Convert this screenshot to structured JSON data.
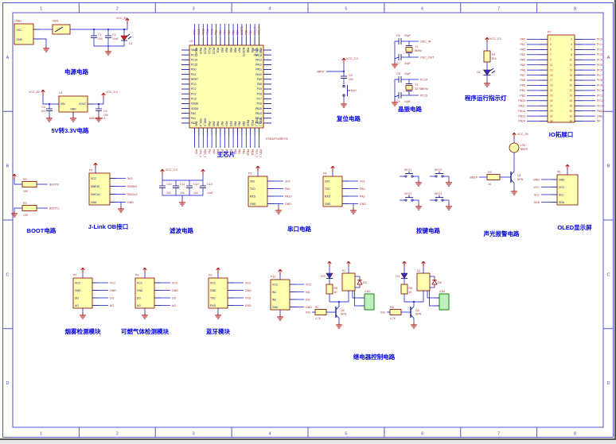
{
  "sheet": {
    "zones_top": [
      "1",
      "2",
      "3",
      "4",
      "5",
      "6",
      "7",
      "8"
    ],
    "zones_side": [
      "A",
      "B",
      "C",
      "D"
    ],
    "colors": {
      "frame": "#5555CC",
      "wire": "#0000C8",
      "component_fill": "#FFFFB0",
      "component_outline": "#800000",
      "net_label": "#A52A2A",
      "section_label": "#0000E6"
    }
  },
  "power": {
    "label": "电源电路",
    "net": "VCC_5V",
    "connector": {
      "designator": "USB1",
      "pins": [
        "VCC",
        "GND"
      ]
    },
    "switch": {
      "designator": "SW1"
    },
    "caps": [
      {
        "designator": "C1",
        "value": "104"
      },
      {
        "designator": "C2",
        "value": "10uF"
      }
    ],
    "led": {
      "designator": "D1"
    }
  },
  "ldo": {
    "label": "5V转3.3V电路",
    "net_in": "VCC_5V",
    "net_out": "VCC_3.3",
    "regulator": {
      "designator": "U1",
      "part": "AMS1117-3.3",
      "pins": [
        "VIN",
        "GND",
        "VOUT"
      ]
    },
    "caps": [
      {
        "designator": "C3",
        "value": "104"
      },
      {
        "designator": "C4",
        "value": "104"
      }
    ]
  },
  "mcu": {
    "label": "主芯片",
    "designator": "U2",
    "part": "STM32F103RCT6",
    "left_pins": [
      "VBAT",
      "PC13",
      "PC14",
      "PC15",
      "PD0",
      "PD1",
      "NRST",
      "PC0",
      "PC1",
      "PC2",
      "PC3",
      "VSSA",
      "VDDA",
      "PA0",
      "PA1",
      "PA2"
    ],
    "bottom_pins": [
      "PA3",
      "VSS_4",
      "VDD_4",
      "PA4",
      "PA5",
      "PA6",
      "PA7",
      "PC4",
      "PC5",
      "PB0",
      "PB1",
      "PB2",
      "PB10",
      "PB11",
      "VSS_1",
      "VDD_1"
    ],
    "right_pins": [
      "VDD_2",
      "VSS_2",
      "PA13",
      "PA12",
      "PA11",
      "PA10",
      "PA9",
      "PA8",
      "PC9",
      "PC8",
      "PC7",
      "PC6",
      "PB15",
      "PB14",
      "PB13",
      "PB12"
    ],
    "top_pins": [
      "PA14",
      "PA15",
      "PC10",
      "PC11",
      "PC12",
      "PD2",
      "PB3",
      "PB4",
      "PB5",
      "PB6",
      "PB7",
      "BOOT0",
      "PB8",
      "PB9",
      "VSS_3",
      "VDD_3"
    ]
  },
  "reset": {
    "label": "复位电路",
    "vcc": "VCC_3.3",
    "net": "NRST",
    "cap": {
      "designator": "C5",
      "value": "104"
    },
    "button": "RST"
  },
  "crystal": {
    "label": "晶振电路",
    "groups": [
      {
        "designator": "Y1",
        "value": "8MHz",
        "caps": [
          {
            "designator": "C6",
            "value": "20pF"
          },
          {
            "designator": "C7",
            "value": "20pF"
          }
        ],
        "nets": [
          "OSC_IN",
          "OSC_OUT"
        ]
      },
      {
        "designator": "Y2",
        "value": "32.768KHz",
        "caps": [
          {
            "designator": "C8",
            "value": "10pF"
          },
          {
            "designator": "C9",
            "value": "10pF"
          }
        ],
        "nets": [
          "PC14",
          "PC15"
        ]
      }
    ]
  },
  "run_led": {
    "label": "程序运行指示灯",
    "vcc": "VCC_3.3",
    "resistor": {
      "designator": "R1",
      "value": "510"
    },
    "led": {
      "designator": "D2"
    }
  },
  "io_header": {
    "label": "IO拓展口",
    "designator": "P2",
    "left_nets": [
      "PA0",
      "PA1",
      "PA2",
      "PA3",
      "PA4",
      "PA5",
      "PA6",
      "PA7",
      "PA8",
      "PB0",
      "PB1",
      "PB2",
      "PB10",
      "PB11",
      "PB12",
      "PB13",
      "PB14"
    ],
    "right_nets": [
      "PC0",
      "PC1",
      "PC2",
      "PC3",
      "PC4",
      "PC5",
      "PC6",
      "PC7",
      "PC8",
      "PC9",
      "PC10",
      "PC11",
      "PC12",
      "PC13",
      "PB15",
      "GND",
      "5V"
    ],
    "left_numbers": [
      "1",
      "3",
      "5",
      "7",
      "9",
      "11",
      "13",
      "15",
      "17",
      "19",
      "21",
      "23",
      "25",
      "27",
      "29",
      "31",
      "33"
    ],
    "right_numbers": [
      "2",
      "4",
      "6",
      "8",
      "10",
      "12",
      "14",
      "16",
      "18",
      "20",
      "22",
      "24",
      "26",
      "28",
      "30",
      "32",
      "34"
    ]
  },
  "boot": {
    "label": "BOOT电路",
    "resistors": [
      {
        "designator": "R2",
        "value": "10K"
      },
      {
        "designator": "R3",
        "value": "10K"
      }
    ],
    "nets": [
      "BOOT0",
      "BOOT1"
    ]
  },
  "jlink": {
    "label": "J-Link OB接口",
    "designator": "P5",
    "pins": [
      "VCC",
      "SWDIO",
      "SWCLK",
      "GND"
    ],
    "nets": [
      "3V3",
      "SWDIO",
      "SWCLK",
      "GND"
    ]
  },
  "filter": {
    "label": "滤波电路",
    "vcc": "VCC_3.3",
    "caps": [
      {
        "designator": "C10",
        "value": "104"
      },
      {
        "designator": "C11",
        "value": "104"
      },
      {
        "designator": "C12",
        "value": "104"
      },
      {
        "designator": "C13",
        "value": "10uF"
      }
    ]
  },
  "serial": {
    "label": "串口电路",
    "connectors": [
      {
        "designator": "P3",
        "pins": [
          "3V3",
          "TXD",
          "RXD",
          "GND"
        ],
        "nets": [
          "3V3",
          "PA9",
          "PA10",
          "GND"
        ]
      },
      {
        "designator": "P4",
        "pins": [
          "3V3",
          "TXD",
          "RXD",
          "GND"
        ],
        "nets": [
          "3V3",
          "PA2",
          "PA3",
          "GND"
        ]
      }
    ]
  },
  "keys": {
    "label": "按键电路",
    "buttons": [
      {
        "designator": "KEY1"
      },
      {
        "designator": "KEY2"
      },
      {
        "designator": "KEY3"
      },
      {
        "designator": "KEY4"
      }
    ]
  },
  "alarm": {
    "label": "声光报警电路",
    "vcc": "VCC_5V",
    "net": "BEEP",
    "buzzer": {
      "designator": "LS1",
      "part": "BEEP"
    },
    "transistor": {
      "designator": "Q1",
      "part": "NPN"
    },
    "resistor": {
      "designator": "R4",
      "value": "1K"
    }
  },
  "oled": {
    "label": "OLED显示屏",
    "designator": "P6",
    "pins": [
      "GND",
      "VCC",
      "SCL",
      "SDA"
    ]
  },
  "smoke": {
    "label": "烟雾检测模块",
    "designator": "P7",
    "pins": [
      "VCC",
      "GND",
      "DO",
      "AO"
    ]
  },
  "gas": {
    "label": "可燃气体检测模块",
    "designator": "P8",
    "pins": [
      "VCC",
      "GND",
      "DO",
      "AO"
    ]
  },
  "bt": {
    "label": "蓝牙模块",
    "designator": "P9",
    "pins": [
      "VCC",
      "GND",
      "TXD",
      "RXD"
    ]
  },
  "relay": {
    "label": "继电器控制电路",
    "vcc": "VCC_5V",
    "input_connector": {
      "designator": "P10",
      "pins": [
        "VCC",
        "IN1",
        "IN2",
        "GND"
      ]
    },
    "channels": [
      {
        "led": "D3",
        "res_top": "R5",
        "res_top_val": "1K",
        "relay": "K1",
        "diode": "D5",
        "transistor": "Q2",
        "part": "NPN",
        "res_base": "R7",
        "res_base_val": "4.7K",
        "terminal": "CN1",
        "net": "IN1"
      },
      {
        "led": "D4",
        "res_top": "R6",
        "res_top_val": "1K",
        "relay": "K2",
        "diode": "D6",
        "transistor": "Q3",
        "part": "NPN",
        "res_base": "R8",
        "res_base_val": "4.7K",
        "terminal": "CN2",
        "net": "IN2"
      }
    ]
  }
}
